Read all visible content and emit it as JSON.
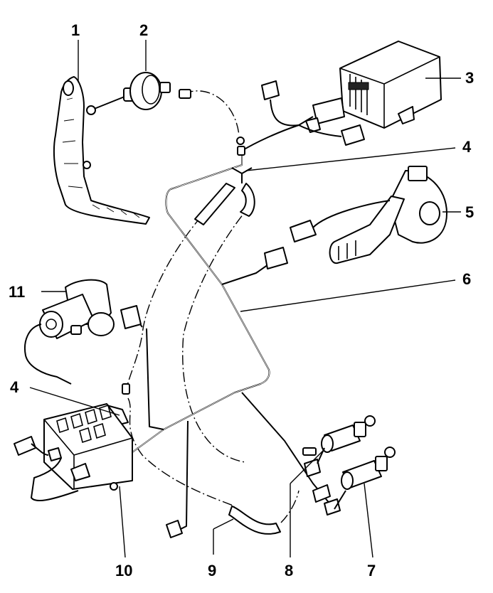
{
  "diagram": {
    "callouts": [
      {
        "id": "1",
        "label": "1"
      },
      {
        "id": "2",
        "label": "2"
      },
      {
        "id": "3",
        "label": "3"
      },
      {
        "id": "4a",
        "label": "4"
      },
      {
        "id": "5",
        "label": "5"
      },
      {
        "id": "6",
        "label": "6"
      },
      {
        "id": "11",
        "label": "11"
      },
      {
        "id": "4b",
        "label": "4"
      },
      {
        "id": "10",
        "label": "10"
      },
      {
        "id": "9",
        "label": "9"
      },
      {
        "id": "8",
        "label": "8"
      },
      {
        "id": "7",
        "label": "7"
      }
    ],
    "colors": {
      "ink": "#000000",
      "paper": "#ffffff"
    }
  }
}
